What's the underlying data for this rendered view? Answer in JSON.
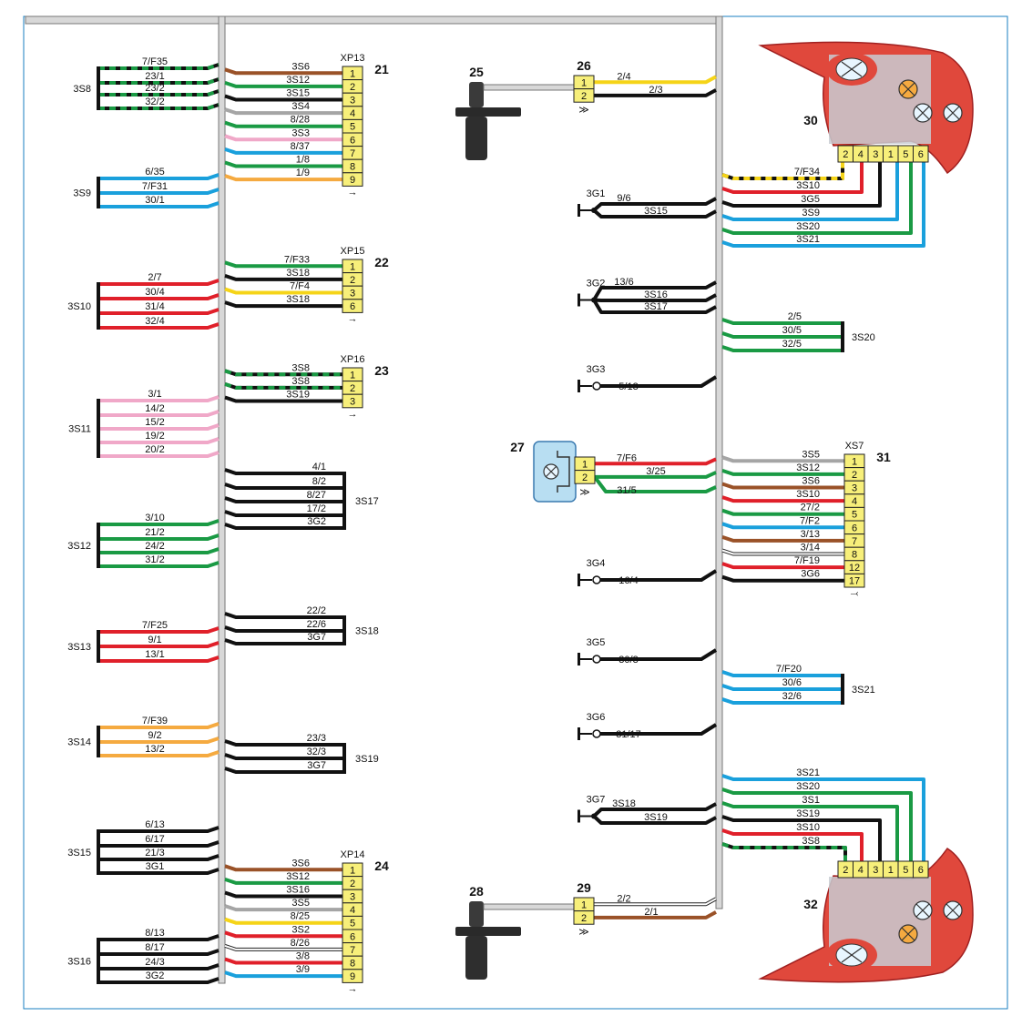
{
  "colors": {
    "black": "#111111",
    "red": "#e0202a",
    "green": "#1a9a44",
    "blue": "#1aa0dc",
    "brown": "#9a5228",
    "grey": "#a5a5a5",
    "pink": "#f0a8c8",
    "yellow": "#f5d418",
    "orange": "#f5aa40",
    "white": "#ffffff",
    "terminal_fill": "#f7ef7a",
    "lamp_body": "#e0483c",
    "lamp_block": "#c8ccd2",
    "sensor_box": "#b8def2"
  },
  "icons": [
    "rear-light-icon",
    "bulb-icon",
    "speed-sensor-icon",
    "ground-symbol-icon",
    "plug-arrow-icon",
    "socket-arrow-icon"
  ],
  "splices": [
    {
      "name": "3S8",
      "wires": [
        {
          "l": "7/F35",
          "c": "green-black"
        },
        {
          "l": "23/1",
          "c": "green-black"
        },
        {
          "l": "23/2",
          "c": "green-black"
        },
        {
          "l": "32/2",
          "c": "green-black"
        }
      ]
    },
    {
      "name": "3S9",
      "wires": [
        {
          "l": "6/35",
          "c": "blue"
        },
        {
          "l": "7/F31",
          "c": "blue"
        },
        {
          "l": "30/1",
          "c": "blue"
        }
      ]
    },
    {
      "name": "3S10",
      "wires": [
        {
          "l": "2/7",
          "c": "red"
        },
        {
          "l": "30/4",
          "c": "red"
        },
        {
          "l": "31/4",
          "c": "red"
        },
        {
          "l": "32/4",
          "c": "red"
        }
      ]
    },
    {
      "name": "3S11",
      "wires": [
        {
          "l": "3/1",
          "c": "pink"
        },
        {
          "l": "14/2",
          "c": "pink"
        },
        {
          "l": "15/2",
          "c": "pink"
        },
        {
          "l": "19/2",
          "c": "pink"
        },
        {
          "l": "20/2",
          "c": "pink"
        }
      ]
    },
    {
      "name": "3S12",
      "wires": [
        {
          "l": "3/10",
          "c": "green"
        },
        {
          "l": "21/2",
          "c": "green"
        },
        {
          "l": "24/2",
          "c": "green"
        },
        {
          "l": "31/2",
          "c": "green"
        }
      ]
    },
    {
      "name": "3S13",
      "wires": [
        {
          "l": "7/F25",
          "c": "red"
        },
        {
          "l": "9/1",
          "c": "red"
        },
        {
          "l": "13/1",
          "c": "red"
        }
      ]
    },
    {
      "name": "3S14",
      "wires": [
        {
          "l": "7/F39",
          "c": "orange"
        },
        {
          "l": "9/2",
          "c": "orange"
        },
        {
          "l": "13/2",
          "c": "orange"
        }
      ]
    },
    {
      "name": "3S15",
      "wires": [
        {
          "l": "6/13",
          "c": "black"
        },
        {
          "l": "6/17",
          "c": "black"
        },
        {
          "l": "21/3",
          "c": "black"
        },
        {
          "l": "3G1",
          "c": "black"
        }
      ]
    },
    {
      "name": "3S16",
      "wires": [
        {
          "l": "8/13",
          "c": "black"
        },
        {
          "l": "8/17",
          "c": "black"
        },
        {
          "l": "24/3",
          "c": "black"
        },
        {
          "l": "3G2",
          "c": "black"
        }
      ]
    },
    {
      "name": "3S17",
      "wires": [
        {
          "l": "4/1",
          "c": "black"
        },
        {
          "l": "8/2",
          "c": "black"
        },
        {
          "l": "8/27",
          "c": "black"
        },
        {
          "l": "17/2",
          "c": "black"
        },
        {
          "l": "3G2",
          "c": "black"
        }
      ]
    },
    {
      "name": "3S18",
      "wires": [
        {
          "l": "22/2",
          "c": "black"
        },
        {
          "l": "22/6",
          "c": "black"
        },
        {
          "l": "3G7",
          "c": "black"
        }
      ]
    },
    {
      "name": "3S19",
      "wires": [
        {
          "l": "23/3",
          "c": "black"
        },
        {
          "l": "32/3",
          "c": "black"
        },
        {
          "l": "3G7",
          "c": "black"
        }
      ]
    },
    {
      "name": "3S20",
      "wires": [
        {
          "l": "2/5",
          "c": "green"
        },
        {
          "l": "30/5",
          "c": "green"
        },
        {
          "l": "32/5",
          "c": "green"
        }
      ]
    },
    {
      "name": "3S21",
      "wires": [
        {
          "l": "7/F20",
          "c": "blue"
        },
        {
          "l": "30/6",
          "c": "blue"
        },
        {
          "l": "32/6",
          "c": "blue"
        }
      ]
    }
  ],
  "connectors": [
    {
      "num": "21",
      "code": "XP13",
      "pins": [
        {
          "p": "1",
          "w": "3S6",
          "c": "brown"
        },
        {
          "p": "2",
          "w": "3S12",
          "c": "green"
        },
        {
          "p": "3",
          "w": "3S15",
          "c": "black"
        },
        {
          "p": "4",
          "w": "3S4",
          "c": "grey"
        },
        {
          "p": "5",
          "w": "8/28",
          "c": "green"
        },
        {
          "p": "6",
          "w": "3S3",
          "c": "pink"
        },
        {
          "p": "7",
          "w": "8/37",
          "c": "blue"
        },
        {
          "p": "8",
          "w": "1/8",
          "c": "green"
        },
        {
          "p": "9",
          "w": "1/9",
          "c": "orange"
        }
      ]
    },
    {
      "num": "22",
      "code": "XP15",
      "pins": [
        {
          "p": "1",
          "w": "7/F33",
          "c": "green"
        },
        {
          "p": "2",
          "w": "3S18",
          "c": "black"
        },
        {
          "p": "3",
          "w": "7/F4",
          "c": "yellow"
        },
        {
          "p": "6",
          "w": "3S18",
          "c": "black"
        }
      ]
    },
    {
      "num": "23",
      "code": "XP16",
      "pins": [
        {
          "p": "1",
          "w": "3S8",
          "c": "green-black"
        },
        {
          "p": "2",
          "w": "3S8",
          "c": "green-black"
        },
        {
          "p": "3",
          "w": "3S19",
          "c": "black"
        }
      ]
    },
    {
      "num": "24",
      "code": "XP14",
      "pins": [
        {
          "p": "1",
          "w": "3S6",
          "c": "brown"
        },
        {
          "p": "2",
          "w": "3S12",
          "c": "green"
        },
        {
          "p": "3",
          "w": "3S16",
          "c": "black"
        },
        {
          "p": "4",
          "w": "3S5",
          "c": "grey"
        },
        {
          "p": "5",
          "w": "8/25",
          "c": "yellow"
        },
        {
          "p": "6",
          "w": "3S2",
          "c": "red"
        },
        {
          "p": "7",
          "w": "8/26",
          "c": "white"
        },
        {
          "p": "8",
          "w": "3/8",
          "c": "red"
        },
        {
          "p": "9",
          "w": "3/9",
          "c": "blue"
        }
      ]
    },
    {
      "num": "31",
      "code": "XS7",
      "pins": [
        {
          "p": "1",
          "w": "3S5",
          "c": "grey"
        },
        {
          "p": "2",
          "w": "3S12",
          "c": "green"
        },
        {
          "p": "3",
          "w": "3S6",
          "c": "brown"
        },
        {
          "p": "4",
          "w": "3S10",
          "c": "red"
        },
        {
          "p": "5",
          "w": "27/2",
          "c": "green"
        },
        {
          "p": "6",
          "w": "7/F2",
          "c": "blue"
        },
        {
          "p": "7",
          "w": "3/13",
          "c": "brown"
        },
        {
          "p": "8",
          "w": "3/14",
          "c": "white"
        },
        {
          "p": "12",
          "w": "7/F19",
          "c": "red"
        },
        {
          "p": "17",
          "w": "3G6",
          "c": "black"
        }
      ]
    }
  ],
  "sensors": [
    {
      "num": "25",
      "conn": "26",
      "pins": [
        {
          "p": "1",
          "w": "2/4",
          "c": "yellow"
        },
        {
          "p": "2",
          "w": "2/3",
          "c": "black"
        }
      ]
    },
    {
      "num": "28",
      "conn": "29",
      "pins": [
        {
          "p": "1",
          "w": "2/2",
          "c": "white"
        },
        {
          "p": "2",
          "w": "2/1",
          "c": "brown"
        }
      ]
    }
  ],
  "lamp27": {
    "num": "27",
    "pins": [
      {
        "p": "1",
        "w": "7/F6",
        "c": "red"
      },
      {
        "p": "2",
        "w": "3/25",
        "c": "green"
      }
    ],
    "extra": {
      "w": "31/5",
      "c": "green"
    }
  },
  "taillights": [
    {
      "num": "30",
      "pins": [
        "2",
        "4",
        "3",
        "1",
        "5",
        "6"
      ],
      "wires": [
        {
          "w": "7/F34",
          "c": "yellow-black"
        },
        {
          "w": "3S10",
          "c": "red"
        },
        {
          "w": "3G5",
          "c": "black"
        },
        {
          "w": "3S9",
          "c": "blue"
        },
        {
          "w": "3S20",
          "c": "green"
        },
        {
          "w": "3S21",
          "c": "blue"
        }
      ]
    },
    {
      "num": "32",
      "pins": [
        "2",
        "4",
        "3",
        "1",
        "5",
        "6"
      ],
      "wires": [
        {
          "w": "3S21",
          "c": "blue"
        },
        {
          "w": "3S20",
          "c": "green"
        },
        {
          "w": "3S1",
          "c": "green"
        },
        {
          "w": "3S19",
          "c": "black"
        },
        {
          "w": "3S10",
          "c": "red"
        },
        {
          "w": "3S8",
          "c": "green-black"
        }
      ]
    }
  ],
  "grounds": [
    {
      "name": "3G1",
      "type": "dot",
      "wires": [
        {
          "w": "9/6",
          "c": "black"
        },
        {
          "w": "3S15",
          "c": "black"
        }
      ]
    },
    {
      "name": "3G2",
      "type": "dot",
      "wires": [
        {
          "w": "13/6",
          "c": "black"
        },
        {
          "w": "3S16",
          "c": "black"
        },
        {
          "w": "3S17",
          "c": "black"
        }
      ]
    },
    {
      "name": "3G3",
      "type": "ring",
      "wires": [
        {
          "w": "5/13",
          "c": "black"
        }
      ]
    },
    {
      "name": "3G4",
      "type": "ring",
      "wires": [
        {
          "w": "16/4",
          "c": "black"
        }
      ]
    },
    {
      "name": "3G5",
      "type": "ring",
      "wires": [
        {
          "w": "30/3",
          "c": "black"
        }
      ]
    },
    {
      "name": "3G6",
      "type": "ring",
      "wires": [
        {
          "w": "31/17",
          "c": "black"
        }
      ]
    },
    {
      "name": "3G7",
      "type": "dot",
      "wires": [
        {
          "w": "3S18",
          "c": "black"
        },
        {
          "w": "3S19",
          "c": "black"
        }
      ]
    }
  ]
}
